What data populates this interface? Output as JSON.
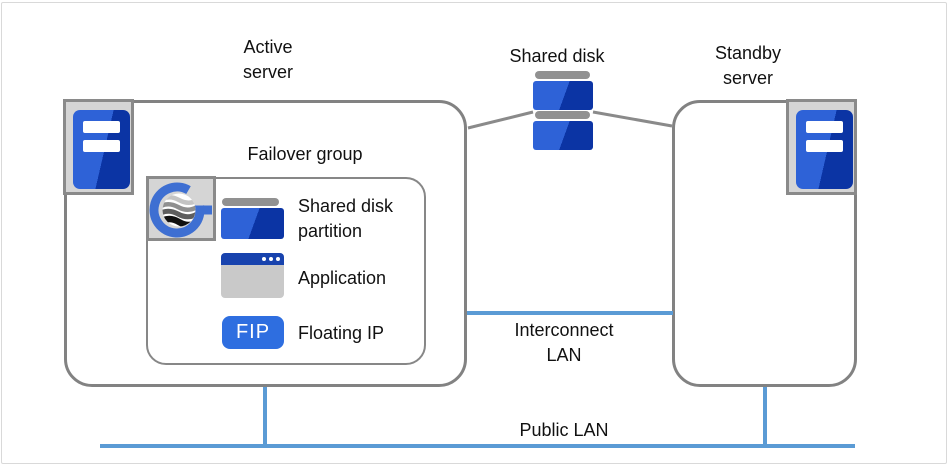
{
  "diagram": {
    "title_labels": {
      "active_server": [
        "Active",
        "server"
      ],
      "shared_disk": "Shared disk",
      "standby_server": [
        "Standby",
        "server"
      ]
    },
    "failover_group": {
      "label": "Failover group",
      "items": [
        {
          "name": "shared-disk-partition",
          "label_lines": [
            "Shared disk",
            "partition"
          ]
        },
        {
          "name": "application",
          "label_lines": [
            "Application"
          ]
        },
        {
          "name": "floating-ip",
          "badge": "FIP",
          "label_lines": [
            "Floating IP"
          ]
        }
      ]
    },
    "networks": {
      "interconnect": [
        "Interconnect",
        "LAN"
      ],
      "public": "Public LAN"
    },
    "colors": {
      "primary_blue": "#2e62d7",
      "dark_blue": "#0b34a4",
      "fip_blue": "#2e6ee0",
      "lan_blue": "#5b9bd5",
      "line_gray": "#828282",
      "panel_gray": "#d5d5d5",
      "app_body_gray": "#c9c9c9",
      "app_titlebar_blue": "#1843ae"
    }
  }
}
